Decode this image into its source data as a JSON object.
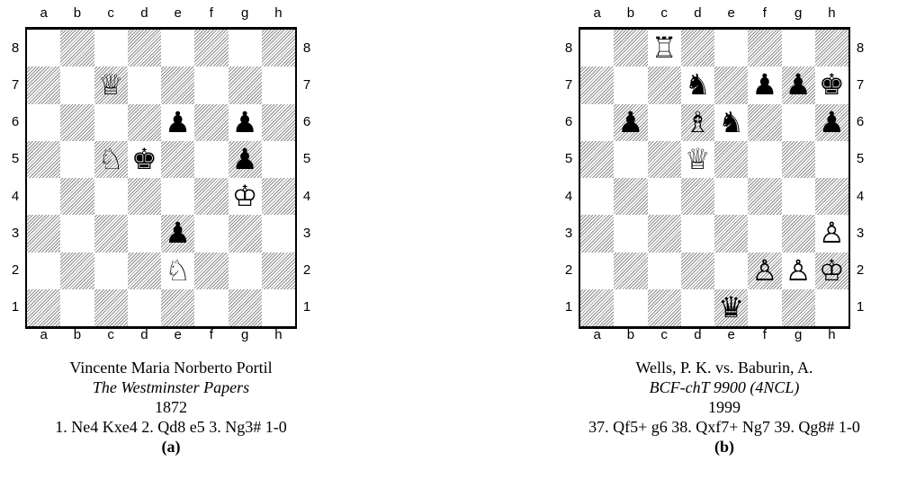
{
  "files": [
    "a",
    "b",
    "c",
    "d",
    "e",
    "f",
    "g",
    "h"
  ],
  "ranks": [
    "8",
    "7",
    "6",
    "5",
    "4",
    "3",
    "2",
    "1"
  ],
  "diagrams": [
    {
      "id": "a",
      "pieces": [
        {
          "square": "c7",
          "piece": "white-queen"
        },
        {
          "square": "e6",
          "piece": "black-pawn"
        },
        {
          "square": "g6",
          "piece": "black-pawn"
        },
        {
          "square": "c5",
          "piece": "white-knight"
        },
        {
          "square": "d5",
          "piece": "black-king"
        },
        {
          "square": "g5",
          "piece": "black-pawn"
        },
        {
          "square": "g4",
          "piece": "white-king"
        },
        {
          "square": "e3",
          "piece": "black-pawn"
        },
        {
          "square": "e2",
          "piece": "white-knight"
        }
      ],
      "caption": {
        "players": "Vincente Maria Norberto Portil",
        "source": "The Westminster Papers",
        "year": "1872",
        "moves": "1. Ne4 Kxe4 2. Qd8 e5 3. Ng3# 1-0",
        "tag": "(a)"
      }
    },
    {
      "id": "b",
      "pieces": [
        {
          "square": "c8",
          "piece": "white-rook"
        },
        {
          "square": "d7",
          "piece": "black-knight"
        },
        {
          "square": "f7",
          "piece": "black-pawn"
        },
        {
          "square": "g7",
          "piece": "black-pawn"
        },
        {
          "square": "h7",
          "piece": "black-king"
        },
        {
          "square": "b6",
          "piece": "black-pawn"
        },
        {
          "square": "d6",
          "piece": "white-bishop"
        },
        {
          "square": "e6",
          "piece": "black-knight"
        },
        {
          "square": "h6",
          "piece": "black-pawn"
        },
        {
          "square": "d5",
          "piece": "white-queen"
        },
        {
          "square": "h3",
          "piece": "white-pawn"
        },
        {
          "square": "f2",
          "piece": "white-pawn"
        },
        {
          "square": "g2",
          "piece": "white-pawn"
        },
        {
          "square": "h2",
          "piece": "white-king"
        },
        {
          "square": "e1",
          "piece": "black-queen"
        }
      ],
      "caption": {
        "players": "Wells, P. K. vs. Baburin, A.",
        "source": "BCF-chT 9900 (4NCL)",
        "year": "1999",
        "moves": "37. Qf5+ g6 38. Qxf7+ Ng7 39. Qg8# 1-0",
        "tag": "(b)"
      }
    }
  ]
}
